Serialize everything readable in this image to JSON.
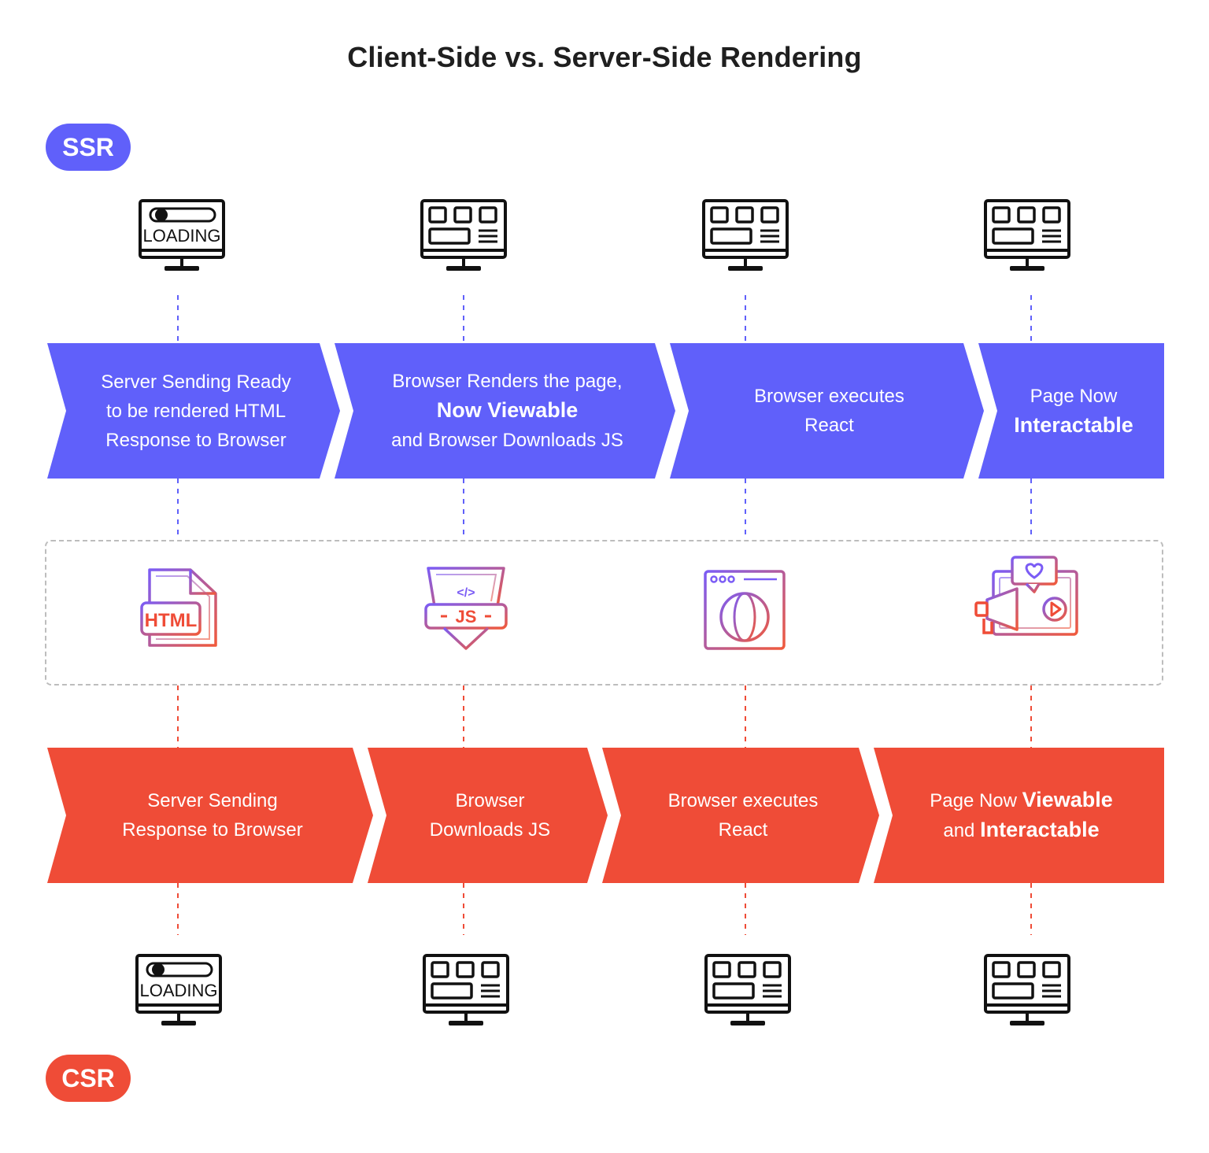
{
  "title": "Client-Side vs. Server-Side Rendering",
  "ssr": {
    "badge": "SSR",
    "steps": [
      {
        "lines": [
          {
            "text": "Server Sending Ready"
          },
          {
            "text": "to be rendered HTML"
          },
          {
            "text": "Response to Browser"
          }
        ]
      },
      {
        "lines": [
          {
            "text": "Browser Renders the page,"
          },
          {
            "text": "Now Viewable",
            "bold": true
          },
          {
            "text": "and Browser Downloads JS"
          }
        ]
      },
      {
        "lines": [
          {
            "text": "Browser executes"
          },
          {
            "text": "React"
          }
        ]
      },
      {
        "lines": [
          {
            "text": "Page Now"
          },
          {
            "text": "Interactable",
            "bold": true
          }
        ]
      }
    ]
  },
  "csr": {
    "badge": "CSR",
    "steps": [
      {
        "lines": [
          {
            "text": "Server Sending"
          },
          {
            "text": "Response to Browser"
          }
        ]
      },
      {
        "lines": [
          {
            "text": "Browser"
          },
          {
            "text": "Downloads JS"
          }
        ]
      },
      {
        "lines": [
          {
            "text": "Browser executes"
          },
          {
            "text": "React"
          }
        ]
      },
      {
        "lines": [
          {
            "text": "Page Now ",
            "after": "Viewable",
            "after_bold": true
          },
          {
            "text": "and ",
            "after": "Interactable",
            "after_bold": true
          }
        ]
      }
    ]
  },
  "icons": {
    "loading_text": "LOADING",
    "html_label": "HTML",
    "js_label": "JS",
    "code_label": "</>",
    "monitor_top": [
      "loading-monitor-icon",
      "layout-monitor-icon",
      "layout-monitor-icon",
      "layout-monitor-icon"
    ],
    "middle": [
      "html-file-icon",
      "js-file-icon",
      "web-browser-globe-icon",
      "marketing-monitor-icon"
    ],
    "monitor_bottom": [
      "loading-monitor-icon",
      "layout-monitor-icon",
      "layout-monitor-icon",
      "layout-monitor-icon"
    ]
  },
  "colors": {
    "ssr": "#6060fa",
    "csr": "#ef4c37",
    "gradient_start": "#7b5cf5",
    "gradient_end": "#f05a3c",
    "dashed_box": "#bdbdbd"
  }
}
